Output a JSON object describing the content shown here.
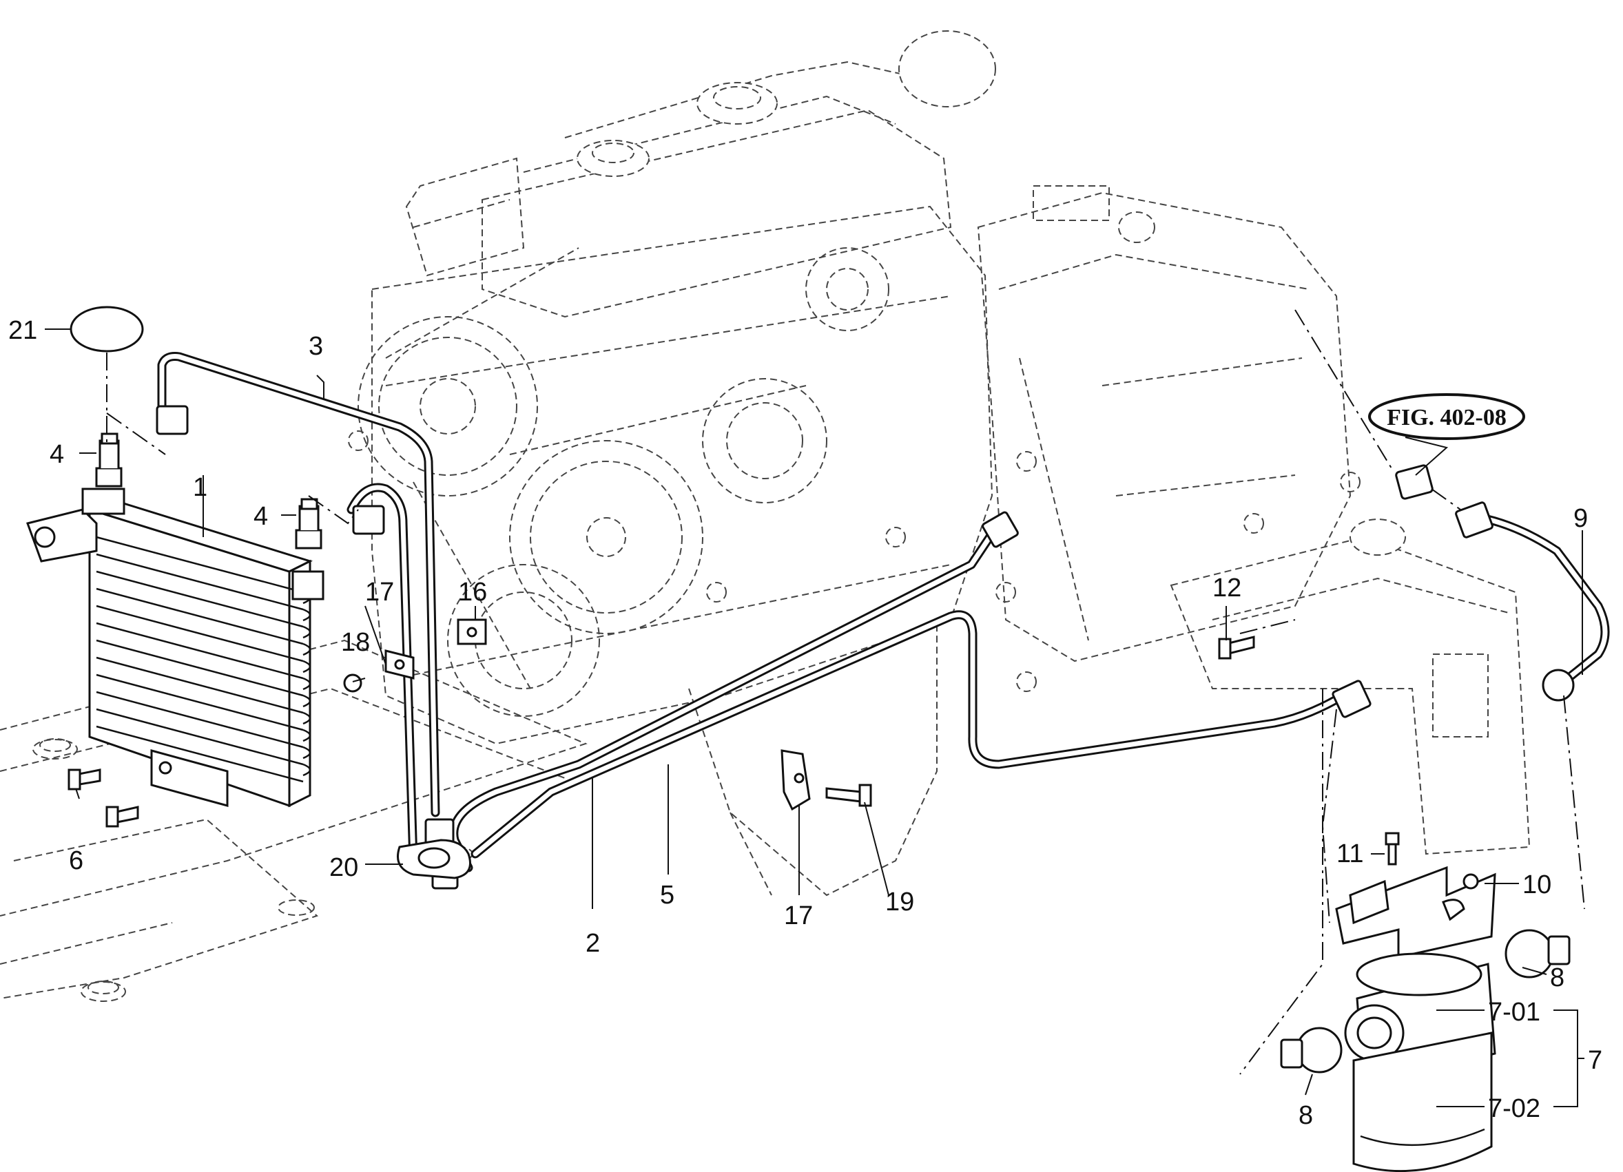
{
  "diagram": {
    "figure_reference": "FIG. 402-08",
    "callouts": {
      "c2": "2",
      "c3": "3",
      "c4a": "4",
      "c4b": "4",
      "c5": "5",
      "c6": "6",
      "c7": "7",
      "c7_01": "7-01",
      "c7_02": "7-02",
      "c8a": "8",
      "c8b": "8",
      "c9": "9",
      "c10": "10",
      "c11": "11",
      "c12": "12",
      "c16": "16",
      "c17a": "17",
      "c17b": "17",
      "c18": "18",
      "c19": "19",
      "c20": "20",
      "c21": "21",
      "c1": "1"
    }
  }
}
